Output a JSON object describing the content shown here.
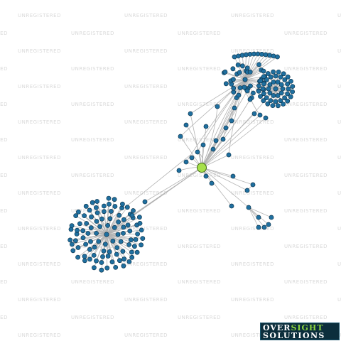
{
  "watermark": {
    "text": "UNREGISTERED"
  },
  "logo": {
    "word1": "OVER",
    "word2": "SIGHT",
    "word3": "SOLUTIONS"
  },
  "colors": {
    "node_fill": "#1f6f9f",
    "node_stroke": "#0b2f45",
    "focus_fill": "#a6e04a",
    "focus_stroke": "#3f6a13",
    "edge": "#b3b3b3",
    "watermark": "#d9d9d9",
    "logo_bg": "#0c2e3c",
    "logo_accent": "#8bd43f"
  },
  "graph": {
    "type": "network",
    "node_shape": "circle",
    "focus_node_count": 1,
    "cluster_count": 3
  }
}
